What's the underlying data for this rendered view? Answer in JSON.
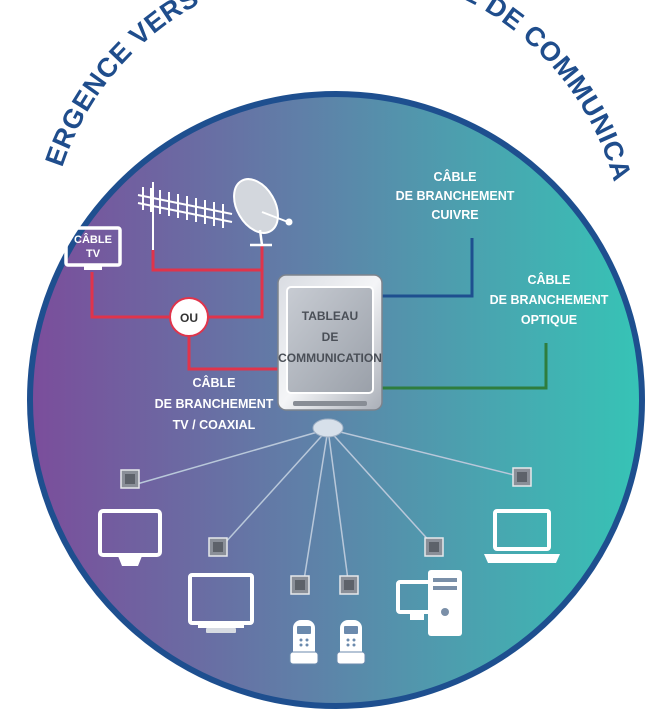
{
  "title": "CONVERGENCE VERS UN RÉSEAU UNIQUE DE COMMUNICATION",
  "panel": {
    "line1": "TABLEAU",
    "line2": "DE",
    "line3": "COMMUNICATION"
  },
  "labels": {
    "tv_box_line1": "CÂBLE",
    "tv_box_line2": "TV",
    "ou": "OU",
    "cuivre": [
      "CÂBLE",
      "DE BRANCHEMENT",
      "CUIVRE"
    ],
    "optique": [
      "CÂBLE",
      "DE BRANCHEMENT",
      "OPTIQUE"
    ],
    "coaxial": [
      "CÂBLE",
      "DE BRANCHEMENT",
      "TV / COAXIAL"
    ]
  },
  "colors": {
    "ring": "#1e4f8f",
    "gradient_left": "#7a4f9a",
    "gradient_right": "#38c2b6",
    "coax_red": "#e0344b",
    "copper_blue": "#1e4f8f",
    "optic_green": "#2e7d3e",
    "spoke": "#b9c8da"
  },
  "icons": [
    "antenna-icon",
    "satellite-dish-icon",
    "tv-screen-icon",
    "monitor-icon",
    "television-icon",
    "cordless-phone-icon",
    "desktop-computer-icon",
    "laptop-icon",
    "wall-socket-icon"
  ]
}
